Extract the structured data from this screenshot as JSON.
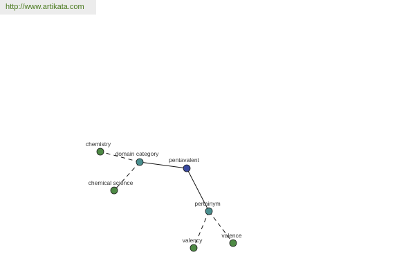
{
  "header": {
    "source_url": "http://www.artikata.com"
  },
  "colors": {
    "leaf_node": "#4e8a45",
    "hub_node": "#4a8f8f",
    "root_node": "#3a4aa0",
    "edge": "#111111",
    "link_text": "#4a7a1e"
  },
  "graph": {
    "nodes": [
      {
        "id": "pentavalent",
        "label": "pentavalent",
        "role": "root"
      },
      {
        "id": "domain_category",
        "label": "domain category",
        "role": "relation"
      },
      {
        "id": "pertainym",
        "label": "pertainym",
        "role": "relation"
      },
      {
        "id": "chemistry",
        "label": "chemistry",
        "role": "leaf"
      },
      {
        "id": "chemical_science",
        "label": "chemical science",
        "role": "leaf"
      },
      {
        "id": "valency",
        "label": "valency",
        "role": "leaf"
      },
      {
        "id": "valence",
        "label": "valence",
        "role": "leaf"
      }
    ],
    "edges": [
      {
        "from": "pentavalent",
        "to": "domain_category",
        "style": "solid"
      },
      {
        "from": "pentavalent",
        "to": "pertainym",
        "style": "solid"
      },
      {
        "from": "domain_category",
        "to": "chemistry",
        "style": "dashed"
      },
      {
        "from": "domain_category",
        "to": "chemical_science",
        "style": "dashed"
      },
      {
        "from": "pertainym",
        "to": "valency",
        "style": "dashed"
      },
      {
        "from": "pertainym",
        "to": "valence",
        "style": "dashed"
      }
    ]
  }
}
